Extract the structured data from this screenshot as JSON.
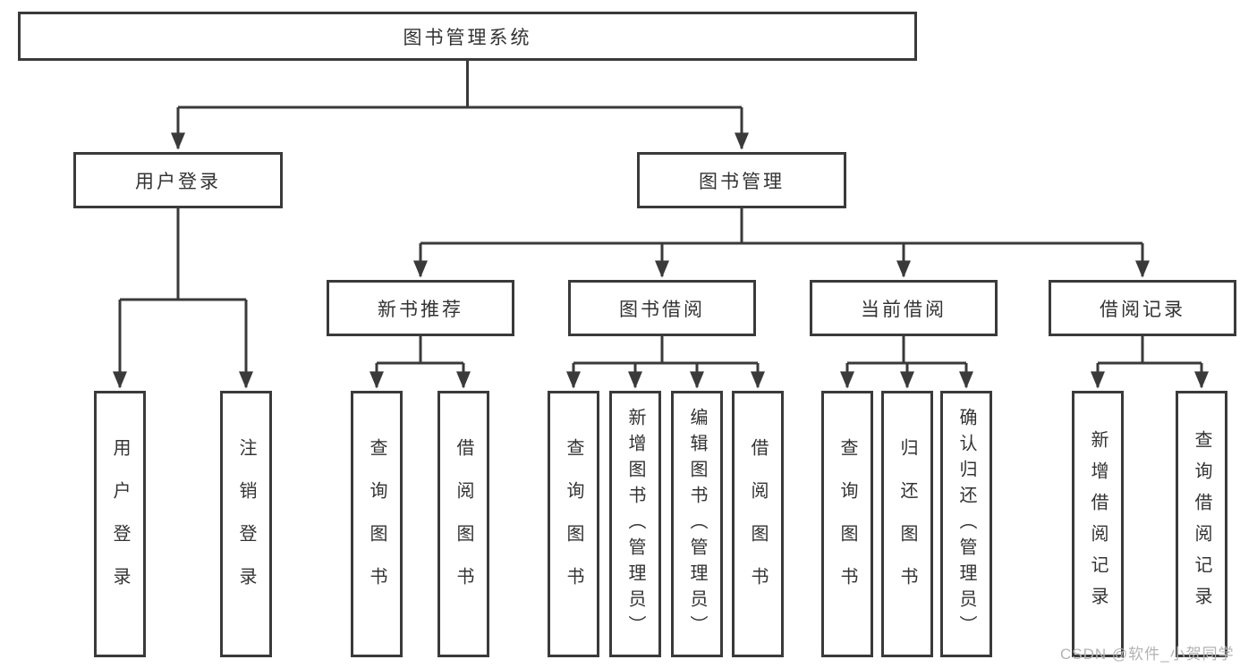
{
  "tree": {
    "label": "图书管理系统",
    "children": [
      {
        "label": "用户登录",
        "children": [
          {
            "label": "用户登录"
          },
          {
            "label": "注销登录"
          }
        ]
      },
      {
        "label": "图书管理",
        "children": [
          {
            "label": "新书推荐",
            "children": [
              {
                "label": "查询图书"
              },
              {
                "label": "借阅图书"
              }
            ]
          },
          {
            "label": "图书借阅",
            "children": [
              {
                "label": "查询图书"
              },
              {
                "label": "新增图书（管理员）"
              },
              {
                "label": "编辑图书（管理员）"
              },
              {
                "label": "借阅图书"
              }
            ]
          },
          {
            "label": "当前借阅",
            "children": [
              {
                "label": "查询图书"
              },
              {
                "label": "归还图书"
              },
              {
                "label": "确认归还（管理员）"
              }
            ]
          },
          {
            "label": "借阅记录",
            "children": [
              {
                "label": "新增借阅记录"
              },
              {
                "label": "查询借阅记录"
              }
            ]
          }
        ]
      }
    ]
  },
  "watermark": "CSDN @软件_小贺同学",
  "colors": {
    "line": "#3a3a3a",
    "text": "#333333",
    "watermark": "#b3b3b3",
    "background": "#ffffff"
  }
}
